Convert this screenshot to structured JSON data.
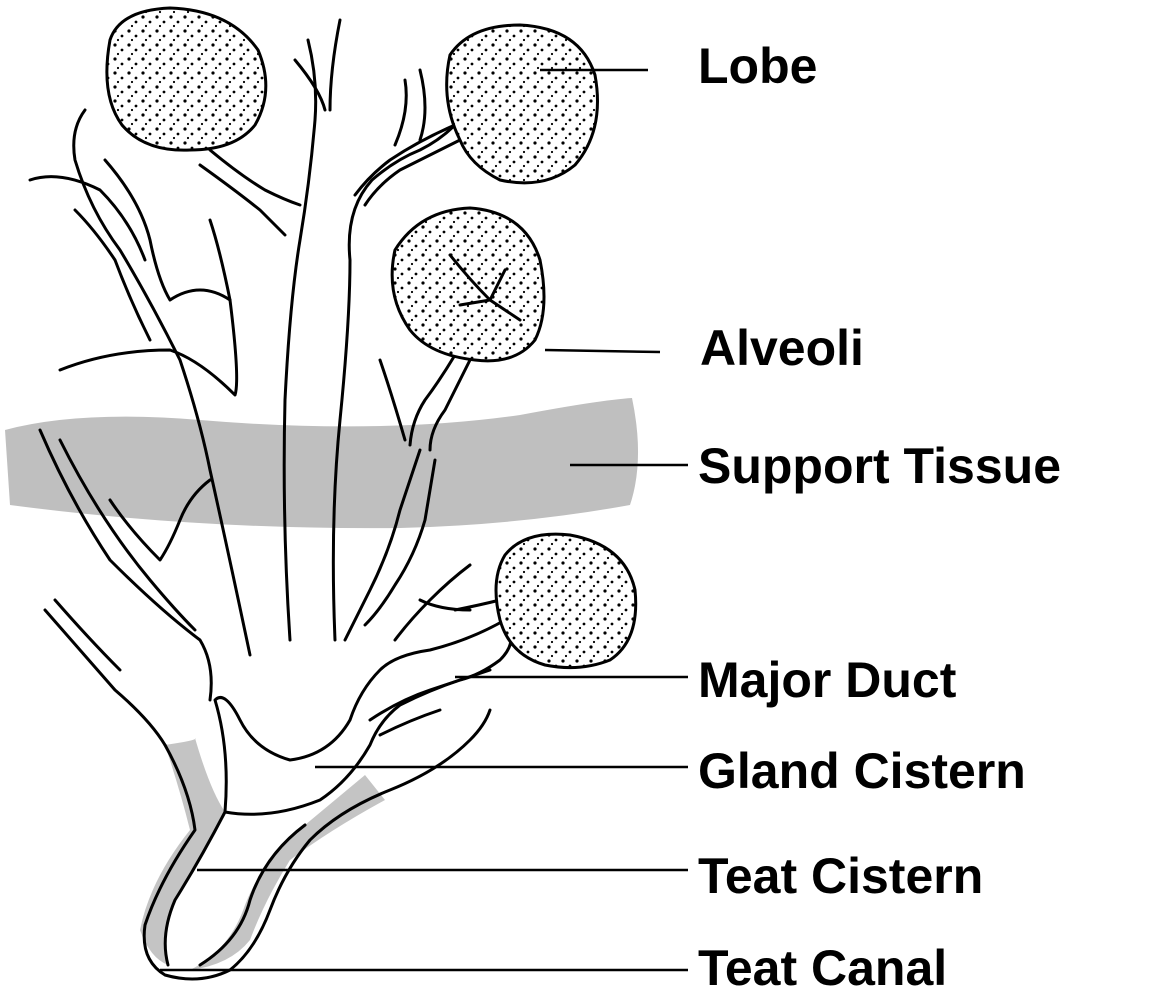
{
  "labels": {
    "lobe": "Lobe",
    "alveoli": "Alveoli",
    "support_tissue": "Support Tissue",
    "major_duct": "Major Duct",
    "gland_cistern": "Gland Cistern",
    "teat_cistern": "Teat Cistern",
    "teat_canal": "Teat Canal"
  },
  "colors": {
    "line": "#000000",
    "support_tissue_fill": "#bfbfbf",
    "teat_wall_fill": "#c4c4c4",
    "background": "#ffffff"
  }
}
